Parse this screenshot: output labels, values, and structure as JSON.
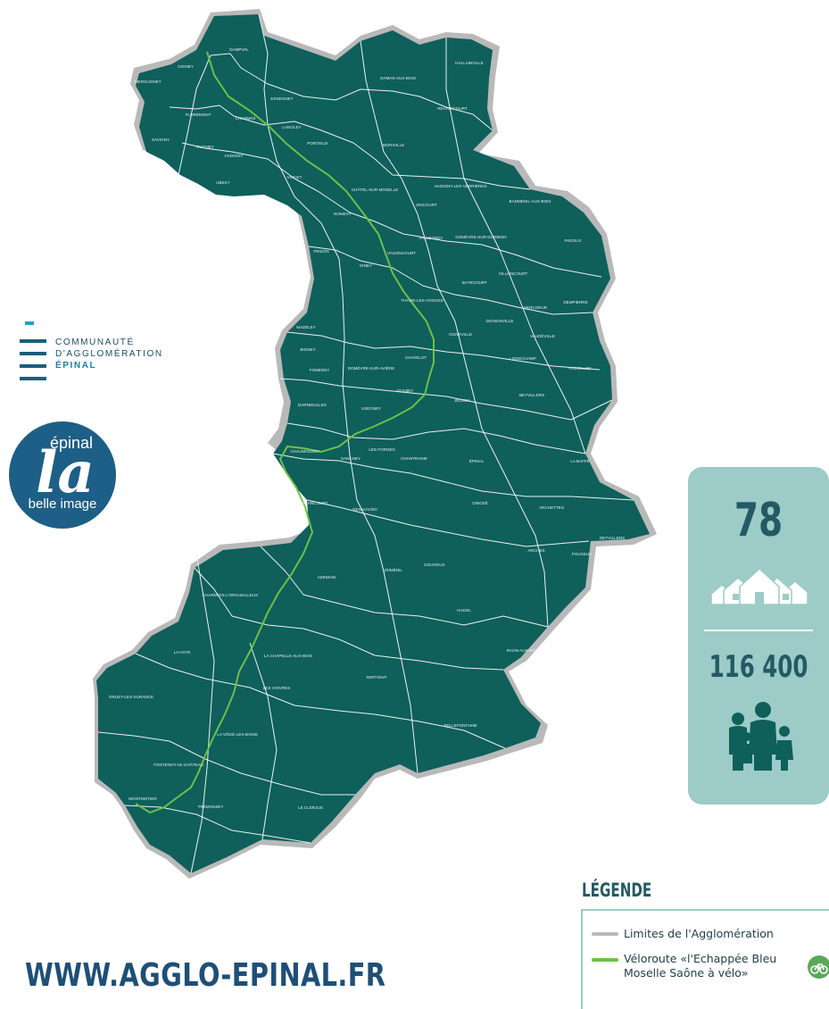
{
  "colors": {
    "territory": "#0f5f5b",
    "border_outer": "#b9b9b9",
    "commune_line": "#e9f3f2",
    "veloroute": "#6cc04a",
    "panel": "#9ccbc8",
    "accent_text": "#245a63",
    "website": "#1e4f77"
  },
  "logo": {
    "lines": [
      "COMMUNAUTÉ",
      "D'AGGLOMÉRATION",
      "ÉPINAL"
    ]
  },
  "badge": {
    "top_text": "épinal",
    "big_text": "la",
    "bottom_text": "belle image"
  },
  "stats": {
    "communes": "78",
    "population": "116 400",
    "icons": [
      "houses-icon",
      "family-icon"
    ]
  },
  "legend": {
    "title": "LÉGENDE",
    "items": [
      {
        "label_1": "Limites de l'Agglomération",
        "label_2": "",
        "color": "#b9b9b9"
      },
      {
        "label_1": "Véloroute «l'Echappée Bleu",
        "label_2": "Moselle Saône à vélo»",
        "color": "#6cc04a"
      }
    ],
    "icon": "bicycle-icon"
  },
  "website": "WWW.AGGLO-EPINAL.FR",
  "communes": [
    "DAMPVAL",
    "GIGNEY",
    "HERGUGNEY",
    "FLORÉMONT",
    "CHARMES",
    "SAVIGNY",
    "RUGNEY",
    "UBEXY",
    "VINCEY",
    "HADIGNY",
    "ESSEGNEY",
    "LANGLEY",
    "PORTIEUX",
    "MORIVILLE",
    "DAMAS-AUX-BOIS",
    "HALLAINVILLE",
    "REHAINCOURT",
    "CHÂTEL-SUR-MOSELLE",
    "NOMEXY",
    "ZINCOURT",
    "PALLEGNEY",
    "HADIGNY-LES-VERRIÈRES",
    "BADMÉNIL-AUX-BOIS",
    "DOMÈVRE-SUR-DURBION",
    "FRIZON",
    "IGNEY",
    "VAXONCOURT",
    "BAYECOURT",
    "VILLONCOURT",
    "PADOUX",
    "THAON-LES-VOSGES",
    "SERCOEUR",
    "DEMPIERRE",
    "MAZELEY",
    "OGNÉVILLE",
    "DIGNONVILLE",
    "VAUDÉVILLE",
    "BIGNEY",
    "DOMÈVRE-SUR-AVIÈRE",
    "CHAVELOT",
    "LONGCHAMP",
    "AYDOILLES",
    "FOMEREY",
    "GOLBEY",
    "BEYVILLERS",
    "DARNIEULLES",
    "UXEGNEY",
    "JEUXEY",
    "CHAUMOUSEY",
    "SANCHEY",
    "LES FORGES",
    "CHANTRAINE",
    "ÉPINAL",
    "LA BAFFE",
    "GIRANCOURT",
    "RENAUVOID",
    "DINOZÉ",
    "ARCHETTES",
    "DEYVILLERS",
    "CHARMOIS-L'ORGUEILLEUX",
    "UZEMAIN",
    "URIMÉNIL",
    "DOUNOUX",
    "ARCHES",
    "POUXEUX",
    "HADOL",
    "RAON-AUX-BOIS",
    "LA HAYE",
    "LA CHAPELLE-AUX-BOIS",
    "XERTIGNY",
    "GRUEY-LES-SURANCE",
    "LES VOIVRES",
    "LA VÔGE-LES-BAINS",
    "BELLEFONTAINE",
    "FONTENOY-LE-CHÂTEAU",
    "MONTMOTIER",
    "TRÉMONZEY",
    "LE CLERJUS"
  ]
}
